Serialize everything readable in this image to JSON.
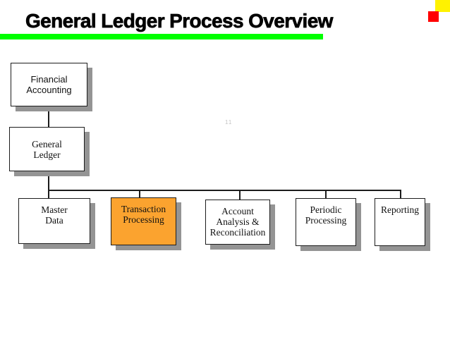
{
  "slide": {
    "title": "General Ledger Process Overview",
    "decor": {
      "underline_color": "#00FF00",
      "yellow_square_color": "#FFF200",
      "red_square_color": "#FF0000",
      "shadow_color": "#949494",
      "highlight_fill": "#FBA32F"
    },
    "artifact_text": "11"
  },
  "diagram": {
    "nodes": {
      "financial_accounting": {
        "lines": [
          "Financial",
          "Accounting"
        ]
      },
      "general_ledger": {
        "lines": [
          "General",
          "Ledger"
        ]
      },
      "master_data": {
        "lines": [
          "Master",
          "Data"
        ]
      },
      "transaction_processing": {
        "lines": [
          "Transaction",
          "Processing"
        ],
        "fill": "#FBA32F"
      },
      "account_analysis": {
        "lines": [
          "Account",
          "Analysis &",
          "Reconciliation"
        ]
      },
      "periodic_processing": {
        "lines": [
          "Periodic",
          "Processing"
        ]
      },
      "reporting": {
        "lines": [
          "Reporting"
        ]
      }
    }
  }
}
